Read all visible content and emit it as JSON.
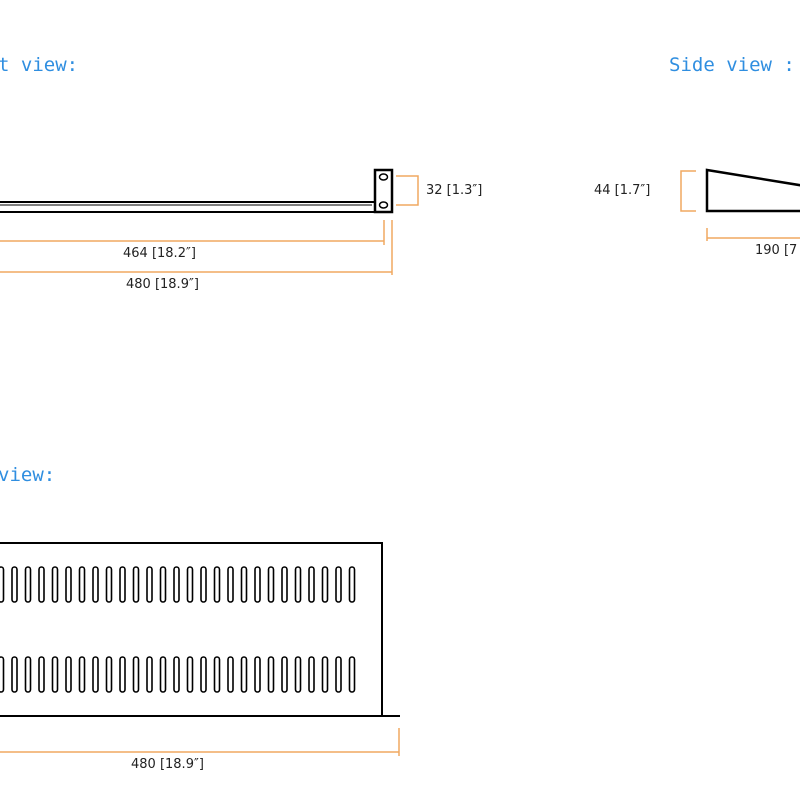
{
  "headings": {
    "front_view": "t view:",
    "side_view": "Side view :",
    "bottom_view": "view:"
  },
  "dimensions": {
    "bracket_height": "32 [1.3″]",
    "inner_width": "464 [18.2″]",
    "front_total_width": "480 [18.9″]",
    "side_height": "44 [1.7″]",
    "side_depth": "190 [7",
    "bottom_total_width": "480 [18.9″]"
  },
  "colors": {
    "heading": "#2f8ee0",
    "dimension_line": "#f0a860",
    "outline": "#000000"
  }
}
